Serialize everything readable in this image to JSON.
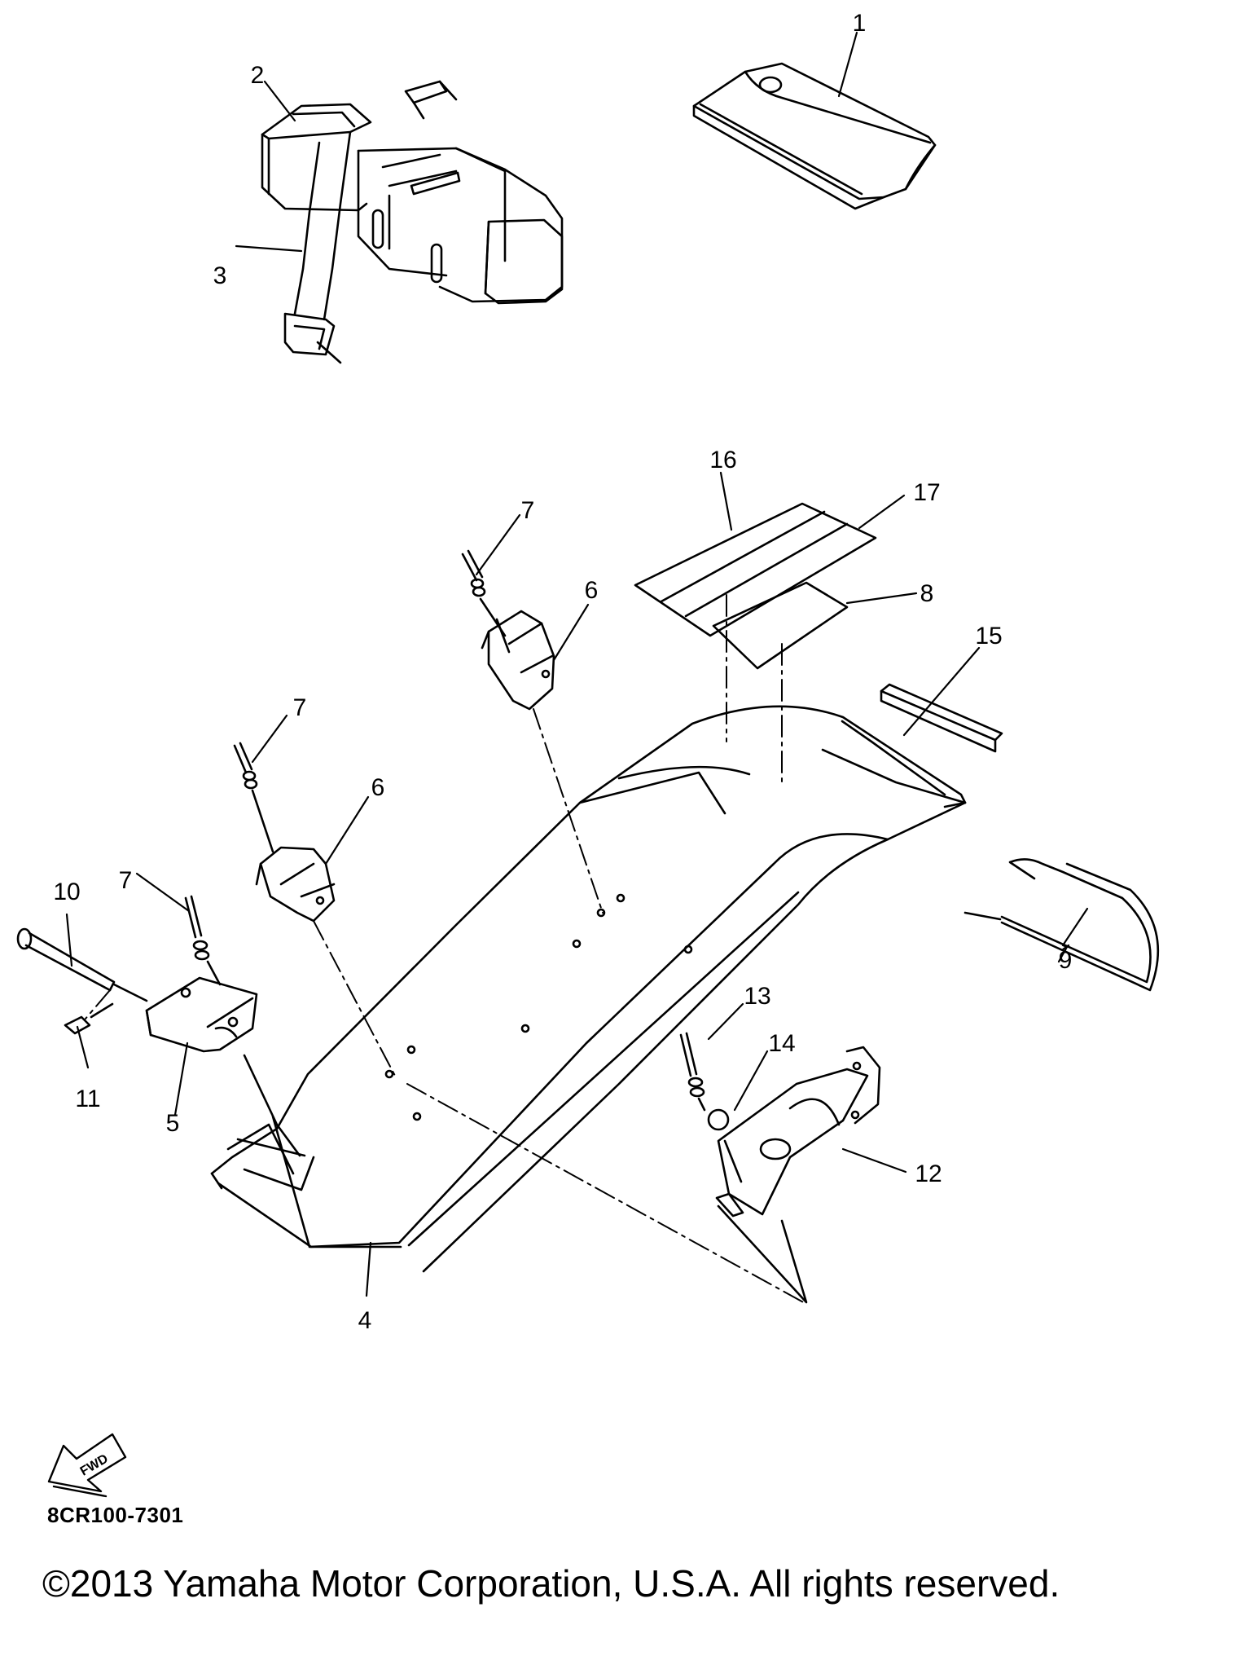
{
  "callouts": [
    {
      "id": "1",
      "label": "1"
    },
    {
      "id": "2",
      "label": "2"
    },
    {
      "id": "3",
      "label": "3"
    },
    {
      "id": "4",
      "label": "4"
    },
    {
      "id": "5",
      "label": "5"
    },
    {
      "id": "6a",
      "label": "6"
    },
    {
      "id": "6b",
      "label": "6"
    },
    {
      "id": "7a",
      "label": "7"
    },
    {
      "id": "7b",
      "label": "7"
    },
    {
      "id": "7c",
      "label": "7"
    },
    {
      "id": "8",
      "label": "8"
    },
    {
      "id": "9",
      "label": "9"
    },
    {
      "id": "10",
      "label": "10"
    },
    {
      "id": "11",
      "label": "11"
    },
    {
      "id": "12",
      "label": "12"
    },
    {
      "id": "13",
      "label": "13"
    },
    {
      "id": "14",
      "label": "14"
    },
    {
      "id": "15",
      "label": "15"
    },
    {
      "id": "16",
      "label": "16"
    },
    {
      "id": "17",
      "label": "17"
    }
  ],
  "fwd_badge": "FWD",
  "diagram_code": "8CR100-7301",
  "copyright": "©2013 Yamaha Motor Corporation, U.S.A. All rights reserved."
}
